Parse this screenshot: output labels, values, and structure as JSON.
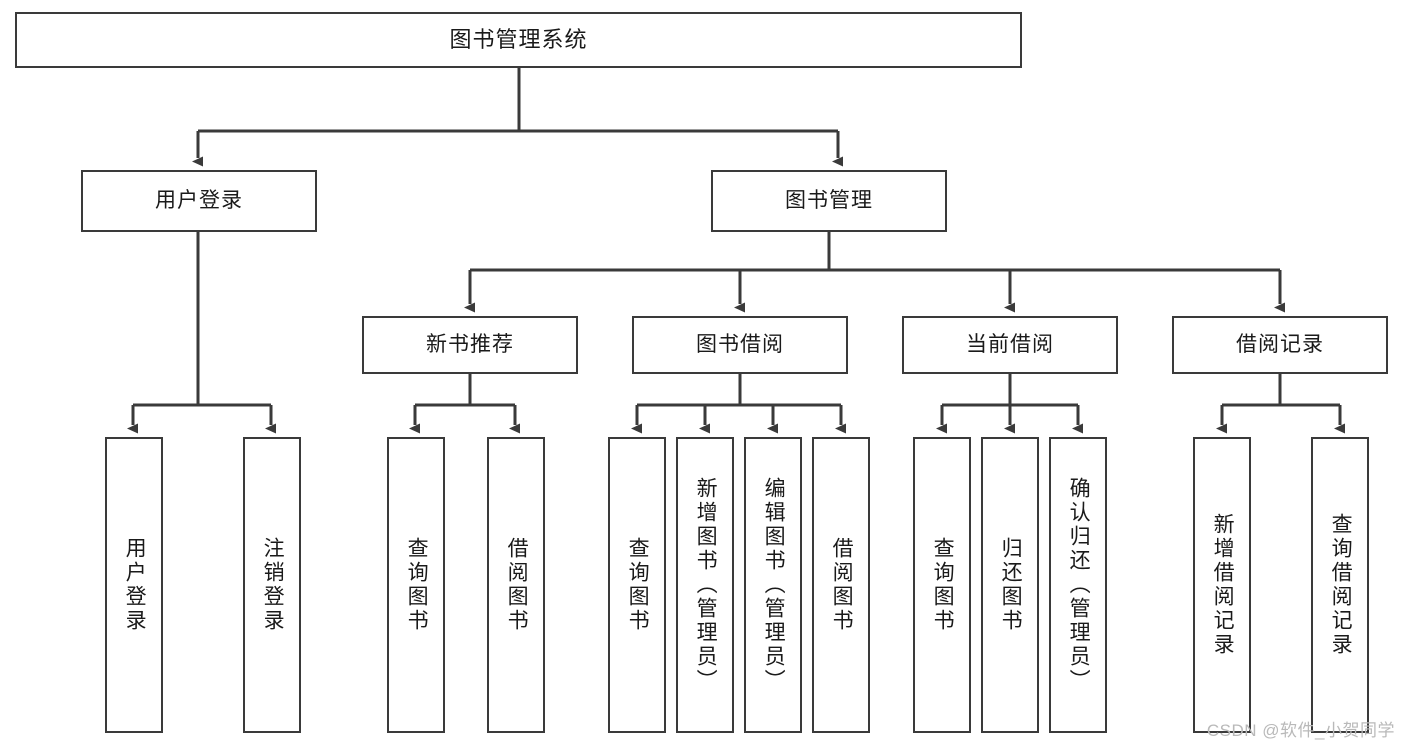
{
  "diagram": {
    "type": "tree",
    "title": "图书管理系统",
    "watermark": "CSDN @软件_小贺同学",
    "colors": {
      "stroke": "#3a3a3a",
      "fill": "#ffffff",
      "text": "#1a1a1a",
      "watermark": "#b9b9b9"
    },
    "nodes": {
      "root": {
        "label": "图书管理系统"
      },
      "level2": [
        {
          "id": "user-login",
          "label": "用户登录"
        },
        {
          "id": "book-manage",
          "label": "图书管理"
        }
      ],
      "level3": [
        {
          "id": "new-book-recommend",
          "label": "新书推荐"
        },
        {
          "id": "book-borrow",
          "label": "图书借阅"
        },
        {
          "id": "current-borrow",
          "label": "当前借阅"
        },
        {
          "id": "borrow-record",
          "label": "借阅记录"
        }
      ],
      "leaves": {
        "user_login": [
          {
            "id": "leaf-user-login",
            "label": "用户登录"
          },
          {
            "id": "leaf-logout",
            "label": "注销登录"
          }
        ],
        "new_book_recommend": [
          {
            "id": "leaf-query-book-1",
            "label": "查询图书"
          },
          {
            "id": "leaf-borrow-book-1",
            "label": "借阅图书"
          }
        ],
        "book_borrow": [
          {
            "id": "leaf-query-book-2",
            "label": "查询图书"
          },
          {
            "id": "leaf-add-book",
            "label": "新增图书（管理员）"
          },
          {
            "id": "leaf-edit-book",
            "label": "编辑图书（管理员）"
          },
          {
            "id": "leaf-borrow-book-2",
            "label": "借阅图书"
          }
        ],
        "current_borrow": [
          {
            "id": "leaf-query-book-3",
            "label": "查询图书"
          },
          {
            "id": "leaf-return-book",
            "label": "归还图书"
          },
          {
            "id": "leaf-confirm-return",
            "label": "确认归还（管理员）"
          }
        ],
        "borrow_record": [
          {
            "id": "leaf-add-record",
            "label": "新增借阅记录"
          },
          {
            "id": "leaf-query-record",
            "label": "查询借阅记录"
          }
        ]
      }
    }
  }
}
